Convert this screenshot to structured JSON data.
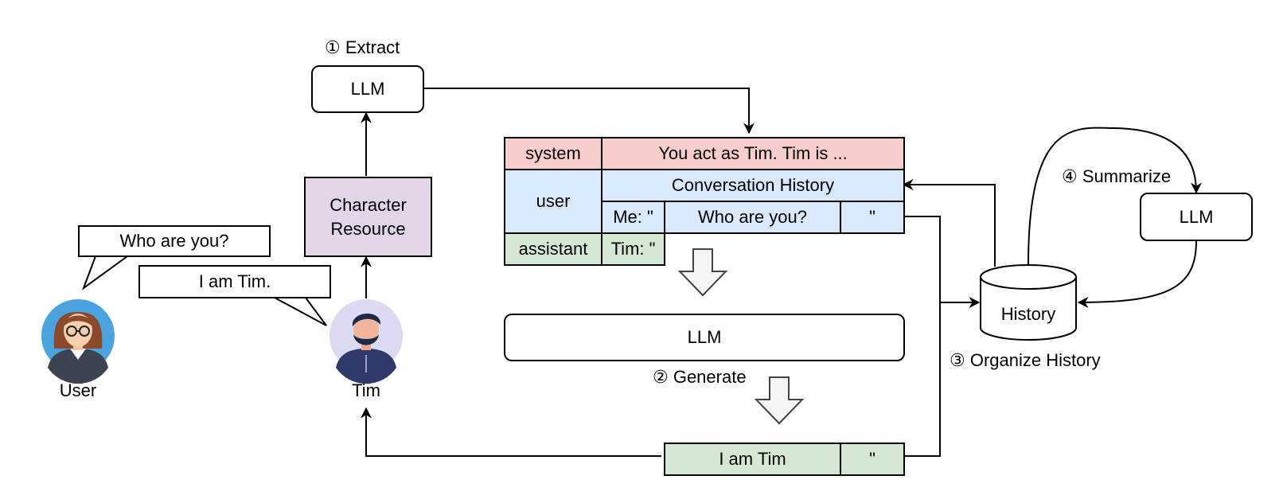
{
  "colors": {
    "system_fill": "#f8cecc",
    "user_fill": "#dae8fc",
    "assistant_fill": "#d5e8d4",
    "character_fill": "#e1d5e7",
    "user_avatar_bg": "#4aa3df",
    "tim_avatar_bg": "#dcdaf3",
    "hollow_arrow_fill": "#f5f5f5"
  },
  "step_labels": {
    "extract": "① Extract",
    "generate": "② Generate",
    "organize": "③ Organize History",
    "summarize": "④ Summarize"
  },
  "llm_labels": {
    "extract": "LLM",
    "generate": "LLM",
    "summarize": "LLM"
  },
  "character_resource": "Character Resource",
  "history": "History",
  "actors": {
    "user": "User",
    "tim": "Tim"
  },
  "bubbles": {
    "user": "Who are you?",
    "tim": "I am Tim."
  },
  "prompt_table": {
    "system_role": "system",
    "system_content": "You act as Tim. Tim is ...",
    "user_role": "user",
    "conversation_history": "Conversation History",
    "me_prefix": "Me: \"",
    "user_message": "Who are you?",
    "user_close_quote": "\"",
    "assistant_role": "assistant",
    "tim_prefix": "Tim: \""
  },
  "output_row": {
    "response": "I am Tim",
    "close_quote": "\""
  },
  "icons": [
    "user-avatar-icon",
    "tim-avatar-icon",
    "down-arrow-icon"
  ]
}
